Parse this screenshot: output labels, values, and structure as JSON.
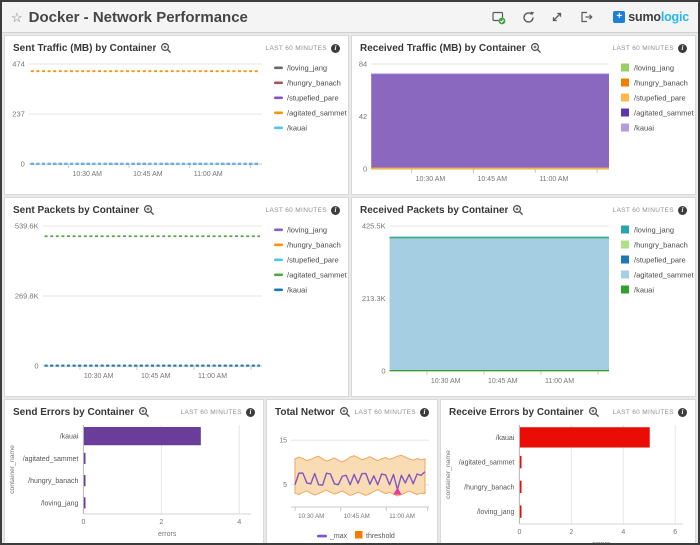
{
  "header": {
    "title": "Docker - Network Performance",
    "star_icon": "☆",
    "logo_mark": "+",
    "logo_sumo": "sumo",
    "logo_logic": "logic"
  },
  "panels": [
    {
      "title": "Sent Traffic (MB) by Container",
      "time_range": "LAST 60 MINUTES",
      "chart_data": {
        "type": "line",
        "x_ticks": [
          "10:30 AM",
          "10:45 AM",
          "11:00 AM"
        ],
        "y_ticks": [
          {
            "label": "0",
            "value": 0
          },
          {
            "label": "237",
            "value": 237
          },
          {
            "label": "474",
            "value": 474
          }
        ],
        "ylim": [
          0,
          474
        ],
        "legend_position": "right",
        "series": [
          {
            "name": "/loving_jang",
            "color": "#6b6b6b",
            "value": 0.5
          },
          {
            "name": "/hungry_banach",
            "color": "#a85454",
            "value": 0.9
          },
          {
            "name": "/stupefied_pare",
            "color": "#7e57c2",
            "value": 0.7
          },
          {
            "name": "/agitated_sammet",
            "color": "#f89406",
            "value": 440
          },
          {
            "name": "/kauai",
            "color": "#56c0f0",
            "value": 1.5
          }
        ]
      }
    },
    {
      "title": "Received Traffic (MB) by Container",
      "time_range": "LAST 60 MINUTES",
      "chart_data": {
        "type": "area",
        "x_ticks": [
          "10:30 AM",
          "10:45 AM",
          "11:00 AM"
        ],
        "y_ticks": [
          {
            "label": "0",
            "value": 0
          },
          {
            "label": "42",
            "value": 42
          },
          {
            "label": "84",
            "value": 84
          }
        ],
        "ylim": [
          0,
          84
        ],
        "legend_position": "right",
        "series": [
          {
            "name": "/loving_jang",
            "color": "#9ccc65",
            "value": 0.2
          },
          {
            "name": "/hungry_banach",
            "color": "#f57c00",
            "value": 0.2
          },
          {
            "name": "/stupefied_pare",
            "color": "#ffb74d",
            "value": 0.2
          },
          {
            "name": "/agitated_sammet",
            "color": "#5e35b1",
            "fill": "#8a68c0",
            "value": 75
          },
          {
            "name": "/kauai",
            "color": "#b39ddb",
            "value": 0.4
          }
        ]
      }
    },
    {
      "title": "Sent Packets by Container",
      "time_range": "LAST 60 MINUTES",
      "chart_data": {
        "type": "line",
        "x_ticks": [
          "10:30 AM",
          "10:45 AM",
          "11:00 AM"
        ],
        "y_ticks": [
          {
            "label": "0",
            "value": 0
          },
          {
            "label": "269.8K",
            "value": 269800
          },
          {
            "label": "539.6K",
            "value": 539600
          }
        ],
        "ylim": [
          0,
          539600
        ],
        "legend_position": "right",
        "series": [
          {
            "name": "/loving_jang",
            "color": "#8661c5",
            "value": 600
          },
          {
            "name": "/hungry_banach",
            "color": "#f89406",
            "value": 900
          },
          {
            "name": "/stupefied_pare",
            "color": "#4fc3e8",
            "value": 700
          },
          {
            "name": "/agitated_sammet",
            "color": "#55a546",
            "value": 500000
          },
          {
            "name": "/kauai",
            "color": "#1f78b4",
            "value": 2000
          }
        ]
      }
    },
    {
      "title": "Received Packets by Container",
      "time_range": "LAST 60 MINUTES",
      "chart_data": {
        "type": "area",
        "x_ticks": [
          "10:30 AM",
          "10:45 AM",
          "11:00 AM"
        ],
        "y_ticks": [
          {
            "label": "0",
            "value": 0
          },
          {
            "label": "213.3K",
            "value": 213300
          },
          {
            "label": "425.5K",
            "value": 425500
          }
        ],
        "ylim": [
          0,
          425500
        ],
        "legend_position": "right",
        "stack_order": [
          4,
          3,
          2,
          1,
          0
        ],
        "series": [
          {
            "name": "/loving_jang",
            "color": "#2aa5a8",
            "value": 2000
          },
          {
            "name": "/hungry_banach",
            "color": "#b2df8a",
            "value": 600
          },
          {
            "name": "/stupefied_pare",
            "color": "#1f78b4",
            "value": 600
          },
          {
            "name": "/agitated_sammet",
            "color": "#a6cee3",
            "fill": "#a6cee3",
            "value": 388000
          },
          {
            "name": "/kauai",
            "color": "#33a02c",
            "value": 1200
          }
        ]
      }
    },
    {
      "title": "Send Errors by Container",
      "time_range": "LAST 60 MINUTES",
      "chart_data": {
        "type": "hbar",
        "categories": [
          "/kauai",
          "/agitated_sammet",
          "/hungry_banach",
          "/loving_jang"
        ],
        "values": [
          3,
          0.04,
          0.04,
          0.04
        ],
        "bar_color": "#6a3d9a",
        "x_ticks": [
          0,
          2,
          4
        ],
        "xlim": [
          0,
          4.3
        ],
        "xlabel": "errors",
        "ylabel": "container_name"
      }
    },
    {
      "title": "Total Network Err...",
      "time_range": "LAST 60 MINUTES",
      "chart_data": {
        "type": "band",
        "x_ticks": [
          "10:30 AM",
          "10:45 AM",
          "11:00 AM"
        ],
        "y_ticks": [
          {
            "label": "5",
            "value": 5
          },
          {
            "label": "15",
            "value": 15
          }
        ],
        "ylim": [
          0,
          17.5
        ],
        "band_fill": "#fadcb4",
        "band_edge": "#f2a65e",
        "line_color": "#7e57c2",
        "band_upper": [
          10.8,
          11.2,
          10.9,
          10.4,
          10.7,
          11.1,
          11.4,
          10.8,
          10.3,
          10.6,
          11.0,
          10.5,
          10.1,
          10.6,
          11.2,
          11.5,
          11.1,
          10.6,
          10.9,
          11.3,
          10.8,
          10.4,
          10.8,
          11.1,
          10.7,
          11.0,
          11.4,
          11.6,
          11.2,
          10.8,
          10.5,
          10.9,
          10.6,
          10.8
        ],
        "band_lower": [
          3.1,
          2.8,
          3.3,
          3.6,
          3.1,
          2.7,
          3.0,
          3.4,
          3.8,
          3.3,
          2.9,
          3.2,
          3.6,
          3.1,
          2.6,
          2.9,
          3.3,
          3.0,
          2.6,
          3.0,
          3.5,
          3.9,
          3.4,
          3.0,
          3.3,
          2.9,
          2.5,
          2.8,
          3.2,
          3.6,
          3.2,
          2.8,
          3.1,
          3.0
        ],
        "max_values": [
          5.0,
          7.6,
          7.6,
          5.4,
          5.2,
          7.5,
          5.0,
          4.9,
          7.6,
          7.4,
          5.2,
          5.0,
          6.9,
          7.1,
          5.0,
          7.3,
          5.3,
          7.5,
          7.5,
          5.1,
          7.0,
          5.0,
          7.4,
          7.2,
          5.0,
          7.3,
          3.9,
          7.1,
          5.4,
          7.3,
          5.2,
          7.4,
          7.1,
          7.9
        ],
        "marker": {
          "index": 26,
          "color": "#e5399b"
        },
        "legend": [
          {
            "label": "_max",
            "color": "#7e57c2",
            "shape": "line"
          },
          {
            "label": "threshold",
            "color": "#f57c00",
            "shape": "square"
          }
        ]
      }
    },
    {
      "title": "Receive Errors by Container",
      "time_range": "LAST 60 MINUTES",
      "chart_data": {
        "type": "hbar",
        "categories": [
          "/kauai",
          "/agitated_sammet",
          "/hungry_banach",
          "/loving_jang"
        ],
        "values": [
          5,
          0.04,
          0.04,
          0.04
        ],
        "bar_color": "#ea0d05",
        "x_ticks": [
          0,
          2,
          4,
          6
        ],
        "xlim": [
          0,
          6.3
        ],
        "xlabel": "errors",
        "ylabel": "container_name"
      }
    }
  ]
}
